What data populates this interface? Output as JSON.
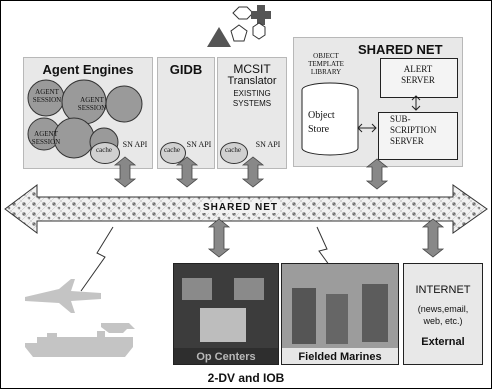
{
  "panels": {
    "agent_engines": {
      "title": "Agent Engines",
      "sessions": [
        "AGENT SESSION",
        "AGENT SESSION",
        "AGENT SESSION"
      ],
      "cache": "cache",
      "api": "SN API"
    },
    "gidb": {
      "title": "GIDB",
      "cache": "cache",
      "api": "SN API"
    },
    "mcsit": {
      "title_line1": "MCSIT",
      "title_line2": "Translator",
      "sub_line1": "EXISTING",
      "sub_line2": "SYSTEMS",
      "cache": "cache",
      "api": "SN API"
    },
    "shared_net": {
      "title": "SHARED NET",
      "template_library": [
        "OBJECT",
        "TEMPLATE",
        "LIBRARY"
      ],
      "alert_server": [
        "ALERT",
        "SERVER"
      ],
      "object_store": [
        "Object",
        "Store"
      ],
      "subscription_server": [
        "SUB-",
        "SCRIPTION",
        "SERVER"
      ]
    }
  },
  "bus_label": "SHARED NET",
  "bottom_boxes": {
    "op_centers": "Op Centers",
    "fielded_marines": "Fielded Marines",
    "internet": [
      "INTERNET",
      "(news,email,",
      "web, etc.)",
      "External"
    ]
  },
  "caption": "2-DV and IOB",
  "colors": {
    "panel_bg": "#e8e8e8",
    "bubble": "#9a9a9a",
    "arrow": "#888888",
    "bus_fill": "#f2f2f2",
    "shape": "#555555"
  }
}
